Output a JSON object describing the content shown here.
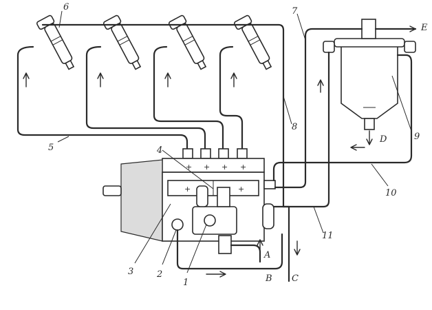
{
  "diagram": {
    "labels": {
      "n1": "1",
      "n2": "2",
      "n3": "3",
      "n4": "4",
      "n5": "5",
      "n6": "6",
      "n7": "7",
      "n8": "8",
      "n9": "9",
      "n10": "10",
      "n11": "11",
      "A": "A",
      "B": "B",
      "C": "C",
      "D": "D",
      "E": "E"
    },
    "pump_marks": [
      "+",
      "+",
      "+",
      "+"
    ],
    "pump_window_marks": [
      "+",
      "+"
    ]
  }
}
